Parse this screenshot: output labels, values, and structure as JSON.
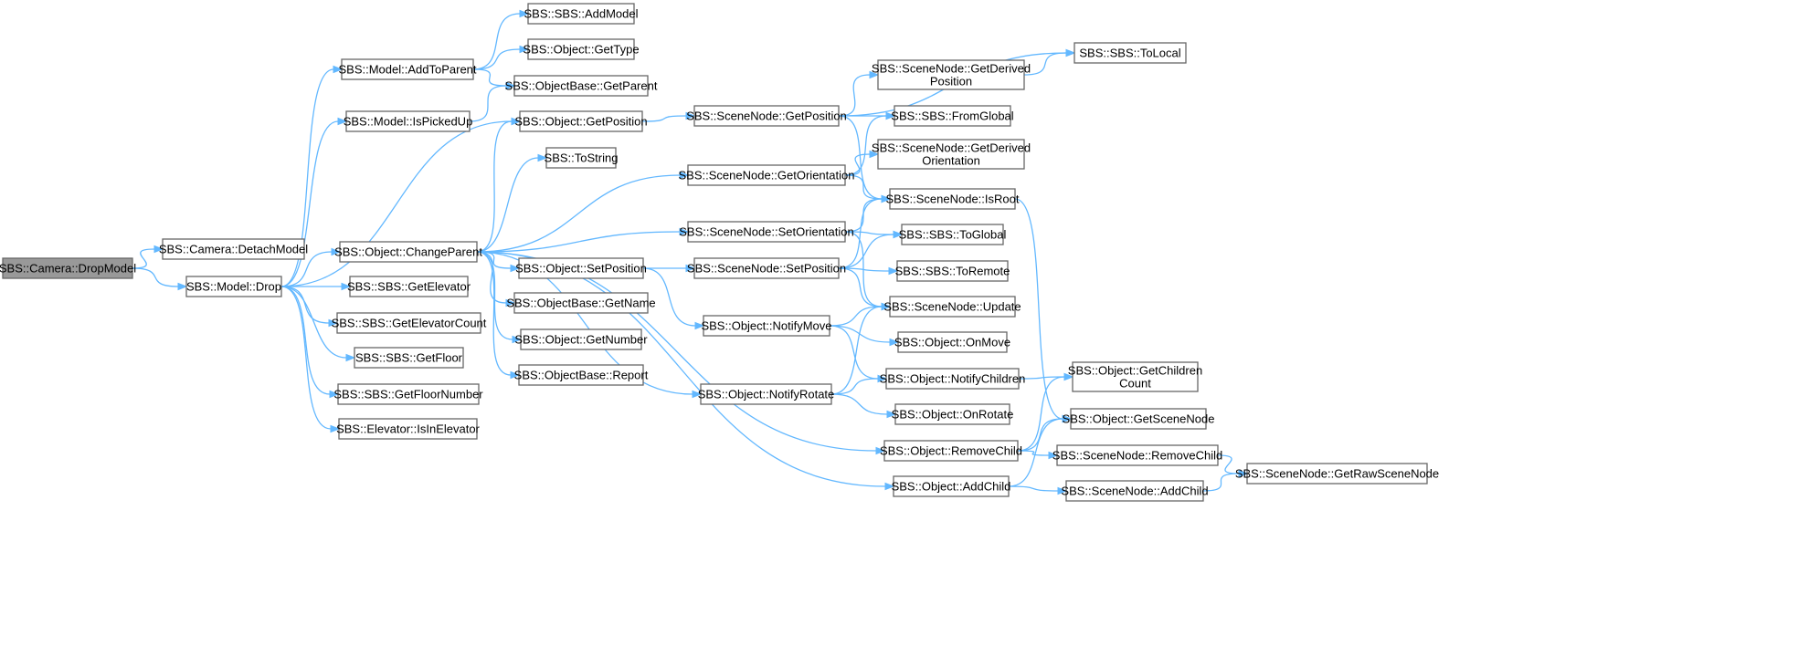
{
  "colors": {
    "edge": "#63b8ff",
    "node_border": "#666666",
    "root_fill": "#999999",
    "node_fill": "#ffffff"
  },
  "root": "n_drop_model",
  "nodes": {
    "n_drop_model": {
      "lines": [
        "SBS::Camera::DropModel"
      ]
    },
    "n_detach_model": {
      "lines": [
        "SBS::Camera::DetachModel"
      ]
    },
    "n_model_drop": {
      "lines": [
        "SBS::Model::Drop"
      ]
    },
    "n_add_to_parent": {
      "lines": [
        "SBS::Model::AddToParent"
      ]
    },
    "n_is_picked_up": {
      "lines": [
        "SBS::Model::IsPickedUp"
      ]
    },
    "n_change_parent": {
      "lines": [
        "SBS::Object::ChangeParent"
      ]
    },
    "n_get_elevator": {
      "lines": [
        "SBS::SBS::GetElevator"
      ]
    },
    "n_get_elevator_count": {
      "lines": [
        "SBS::SBS::GetElevatorCount"
      ]
    },
    "n_get_floor": {
      "lines": [
        "SBS::SBS::GetFloor"
      ]
    },
    "n_get_floor_number": {
      "lines": [
        "SBS::SBS::GetFloorNumber"
      ]
    },
    "n_is_in_elevator": {
      "lines": [
        "SBS::Elevator::IsInElevator"
      ]
    },
    "n_add_model": {
      "lines": [
        "SBS::SBS::AddModel"
      ]
    },
    "n_get_type": {
      "lines": [
        "SBS::Object::GetType"
      ]
    },
    "n_get_parent": {
      "lines": [
        "SBS::ObjectBase::GetParent"
      ]
    },
    "n_obj_get_position": {
      "lines": [
        "SBS::Object::GetPosition"
      ]
    },
    "n_to_string": {
      "lines": [
        "SBS::ToString"
      ]
    },
    "n_obj_set_position": {
      "lines": [
        "SBS::Object::SetPosition"
      ]
    },
    "n_get_name": {
      "lines": [
        "SBS::ObjectBase::GetName"
      ]
    },
    "n_get_number": {
      "lines": [
        "SBS::Object::GetNumber"
      ]
    },
    "n_report": {
      "lines": [
        "SBS::ObjectBase::Report"
      ]
    },
    "n_sn_get_position": {
      "lines": [
        "SBS::SceneNode::GetPosition"
      ]
    },
    "n_sn_get_orientation": {
      "lines": [
        "SBS::SceneNode::GetOrientation"
      ]
    },
    "n_sn_set_orientation": {
      "lines": [
        "SBS::SceneNode::SetOrientation"
      ]
    },
    "n_sn_set_position": {
      "lines": [
        "SBS::SceneNode::SetPosition"
      ]
    },
    "n_notify_move": {
      "lines": [
        "SBS::Object::NotifyMove"
      ]
    },
    "n_notify_rotate": {
      "lines": [
        "SBS::Object::NotifyRotate"
      ]
    },
    "n_remove_child": {
      "lines": [
        "SBS::Object::RemoveChild"
      ]
    },
    "n_add_child": {
      "lines": [
        "SBS::Object::AddChild"
      ]
    },
    "n_get_derived_position": {
      "lines": [
        "SBS::SceneNode::GetDerived",
        "Position"
      ]
    },
    "n_from_global": {
      "lines": [
        "SBS::SBS::FromGlobal"
      ]
    },
    "n_get_derived_orientation": {
      "lines": [
        "SBS::SceneNode::GetDerived",
        "Orientation"
      ]
    },
    "n_is_root": {
      "lines": [
        "SBS::SceneNode::IsRoot"
      ]
    },
    "n_to_global": {
      "lines": [
        "SBS::SBS::ToGlobal"
      ]
    },
    "n_to_remote": {
      "lines": [
        "SBS::SBS::ToRemote"
      ]
    },
    "n_sn_update": {
      "lines": [
        "SBS::SceneNode::Update"
      ]
    },
    "n_on_move": {
      "lines": [
        "SBS::Object::OnMove"
      ]
    },
    "n_notify_children": {
      "lines": [
        "SBS::Object::NotifyChildren"
      ]
    },
    "n_on_rotate": {
      "lines": [
        "SBS::Object::OnRotate"
      ]
    },
    "n_to_local": {
      "lines": [
        "SBS::SBS::ToLocal"
      ]
    },
    "n_get_children_count": {
      "lines": [
        "SBS::Object::GetChildren",
        "Count"
      ]
    },
    "n_get_scene_node": {
      "lines": [
        "SBS::Object::GetSceneNode"
      ]
    },
    "n_sn_remove_child": {
      "lines": [
        "SBS::SceneNode::RemoveChild"
      ]
    },
    "n_sn_add_child": {
      "lines": [
        "SBS::SceneNode::AddChild"
      ]
    },
    "n_get_raw_scene_node": {
      "lines": [
        "SBS::SceneNode::GetRawSceneNode"
      ]
    }
  },
  "edges": [
    [
      "n_drop_model",
      "n_detach_model"
    ],
    [
      "n_drop_model",
      "n_model_drop"
    ],
    [
      "n_model_drop",
      "n_add_to_parent"
    ],
    [
      "n_model_drop",
      "n_is_picked_up"
    ],
    [
      "n_model_drop",
      "n_change_parent"
    ],
    [
      "n_model_drop",
      "n_get_elevator"
    ],
    [
      "n_model_drop",
      "n_get_elevator_count"
    ],
    [
      "n_model_drop",
      "n_get_floor"
    ],
    [
      "n_model_drop",
      "n_get_floor_number"
    ],
    [
      "n_model_drop",
      "n_is_in_elevator"
    ],
    [
      "n_model_drop",
      "n_obj_get_position"
    ],
    [
      "n_add_to_parent",
      "n_add_model"
    ],
    [
      "n_add_to_parent",
      "n_get_type"
    ],
    [
      "n_add_to_parent",
      "n_get_parent"
    ],
    [
      "n_is_picked_up",
      "n_get_parent"
    ],
    [
      "n_change_parent",
      "n_obj_get_position"
    ],
    [
      "n_change_parent",
      "n_to_string"
    ],
    [
      "n_change_parent",
      "n_sn_get_orientation"
    ],
    [
      "n_change_parent",
      "n_sn_set_orientation"
    ],
    [
      "n_change_parent",
      "n_obj_set_position"
    ],
    [
      "n_change_parent",
      "n_get_name"
    ],
    [
      "n_change_parent",
      "n_get_number"
    ],
    [
      "n_change_parent",
      "n_report"
    ],
    [
      "n_change_parent",
      "n_notify_rotate"
    ],
    [
      "n_change_parent",
      "n_remove_child"
    ],
    [
      "n_change_parent",
      "n_add_child"
    ],
    [
      "n_obj_get_position",
      "n_sn_get_position"
    ],
    [
      "n_obj_set_position",
      "n_sn_set_position"
    ],
    [
      "n_obj_set_position",
      "n_notify_move"
    ],
    [
      "n_sn_get_position",
      "n_to_local"
    ],
    [
      "n_sn_get_position",
      "n_get_derived_position"
    ],
    [
      "n_sn_get_position",
      "n_from_global"
    ],
    [
      "n_sn_get_position",
      "n_is_root"
    ],
    [
      "n_get_derived_position",
      "n_to_local"
    ],
    [
      "n_sn_get_orientation",
      "n_from_global"
    ],
    [
      "n_sn_get_orientation",
      "n_get_derived_orientation"
    ],
    [
      "n_sn_get_orientation",
      "n_is_root"
    ],
    [
      "n_sn_set_orientation",
      "n_is_root"
    ],
    [
      "n_sn_set_orientation",
      "n_to_global"
    ],
    [
      "n_sn_set_orientation",
      "n_sn_update"
    ],
    [
      "n_sn_set_position",
      "n_is_root"
    ],
    [
      "n_sn_set_position",
      "n_to_global"
    ],
    [
      "n_sn_set_position",
      "n_to_remote"
    ],
    [
      "n_sn_set_position",
      "n_sn_update"
    ],
    [
      "n_notify_move",
      "n_sn_update"
    ],
    [
      "n_notify_move",
      "n_on_move"
    ],
    [
      "n_notify_move",
      "n_notify_children"
    ],
    [
      "n_notify_rotate",
      "n_sn_update"
    ],
    [
      "n_notify_rotate",
      "n_notify_children"
    ],
    [
      "n_notify_rotate",
      "n_on_rotate"
    ],
    [
      "n_notify_children",
      "n_get_children_count"
    ],
    [
      "n_is_root",
      "n_get_scene_node"
    ],
    [
      "n_remove_child",
      "n_get_children_count"
    ],
    [
      "n_remove_child",
      "n_get_scene_node"
    ],
    [
      "n_remove_child",
      "n_sn_remove_child"
    ],
    [
      "n_add_child",
      "n_get_scene_node"
    ],
    [
      "n_add_child",
      "n_sn_add_child"
    ],
    [
      "n_sn_remove_child",
      "n_get_raw_scene_node"
    ],
    [
      "n_sn_add_child",
      "n_get_raw_scene_node"
    ]
  ]
}
